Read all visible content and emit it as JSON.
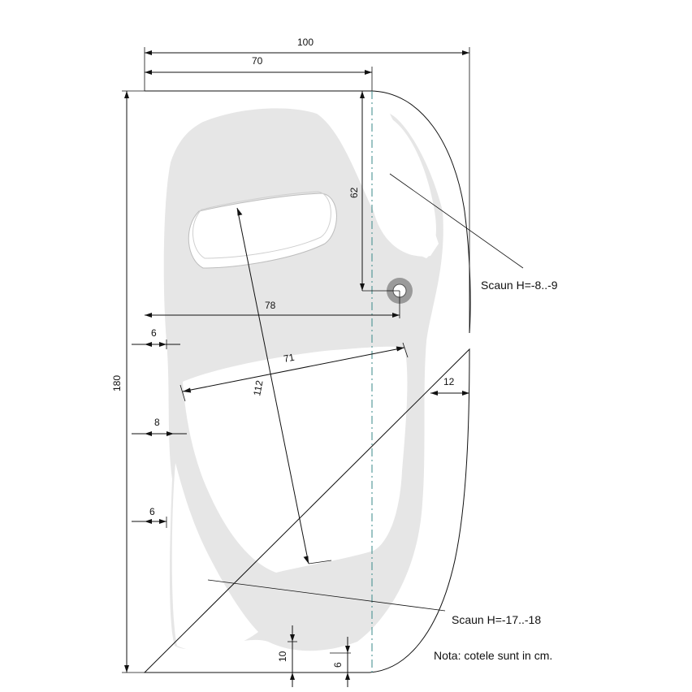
{
  "dimensions": {
    "total_width": "100",
    "partial_width": "70",
    "total_length": "180",
    "seat_depth": "62",
    "drain_offset": "78",
    "rim_left_top": "6",
    "rim_left_mid": "8",
    "rim_left_bottom": "6",
    "rim_right": "12",
    "inner_width": "71",
    "inner_length": "112",
    "rim_bottom_left": "10",
    "rim_bottom_right": "6"
  },
  "labels": {
    "seat_upper": "Scaun H=-8..-9",
    "seat_lower": "Scaun H=-17..-18",
    "note": "Nota: cotele sunt in cm."
  },
  "colors": {
    "line": "#111111",
    "fill_gray": "#e6e6e6",
    "centerline": "#3a8a8a",
    "drain_ring": "#9a9a9a"
  }
}
